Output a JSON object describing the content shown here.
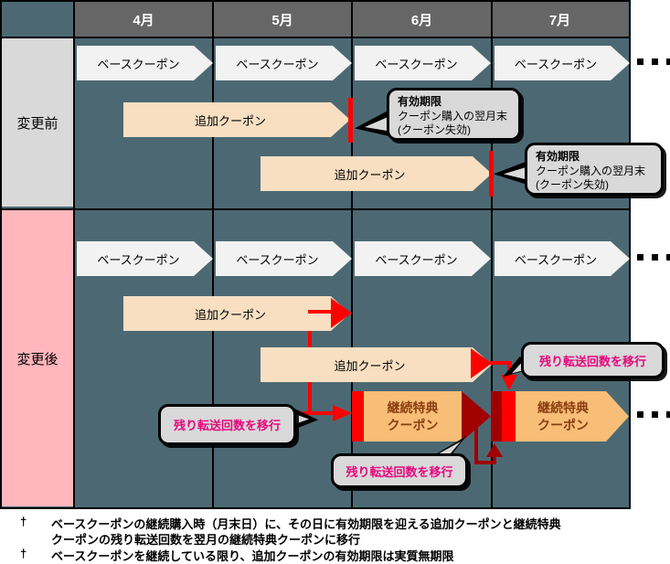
{
  "diagram": {
    "months": [
      "4月",
      "5月",
      "6月",
      "7月"
    ],
    "rows": {
      "before_label": "変更前",
      "after_label": "変更後"
    },
    "labels": {
      "base_coupon": "ベースクーポン",
      "addon_coupon": "追加クーポン",
      "benefit_coupon_line1": "継続特典",
      "benefit_coupon_line2": "クーポン",
      "transfer_note": "残り転送回数を移行"
    },
    "expiry_callout": {
      "title": "有効期限",
      "line1": "クーポン購入の翌月末",
      "line2": "(クーポン失効)"
    },
    "icons": {
      "ellipsis": "three-black-square-dots"
    }
  },
  "footnotes": {
    "note1_marker": "†",
    "note1_line1": "ベースクーポンの継続購入時（月末日）に、その日に有効期限を迎える追加クーポンと継続特典",
    "note1_line2": "クーポンの残り転送回数を翌月の継続特典クーポンに移行",
    "note2_marker": "†",
    "note2_line1": "ベースクーポンを継続している限り、追加クーポンの有効期限は実質無期限"
  },
  "colors": {
    "canvas_bg": "#4C6973",
    "month_header_bg": "#666666",
    "month_header_text": "#FFFFFF",
    "before_row_bg": "#D9D9D9",
    "after_row_bg": "#FFB6BD",
    "base_arrow": "#F2F2F2",
    "addon_arrow": "#F8DFC2",
    "benefit_arrow": "#F8BE78",
    "benefit_text": "#8A3E10",
    "marker_red": "#FF0000",
    "marker_maroon": "#A00000",
    "transfer_text": "#E5097E",
    "callout_bg": "#D9D9D9",
    "grid_line": "#000000"
  }
}
